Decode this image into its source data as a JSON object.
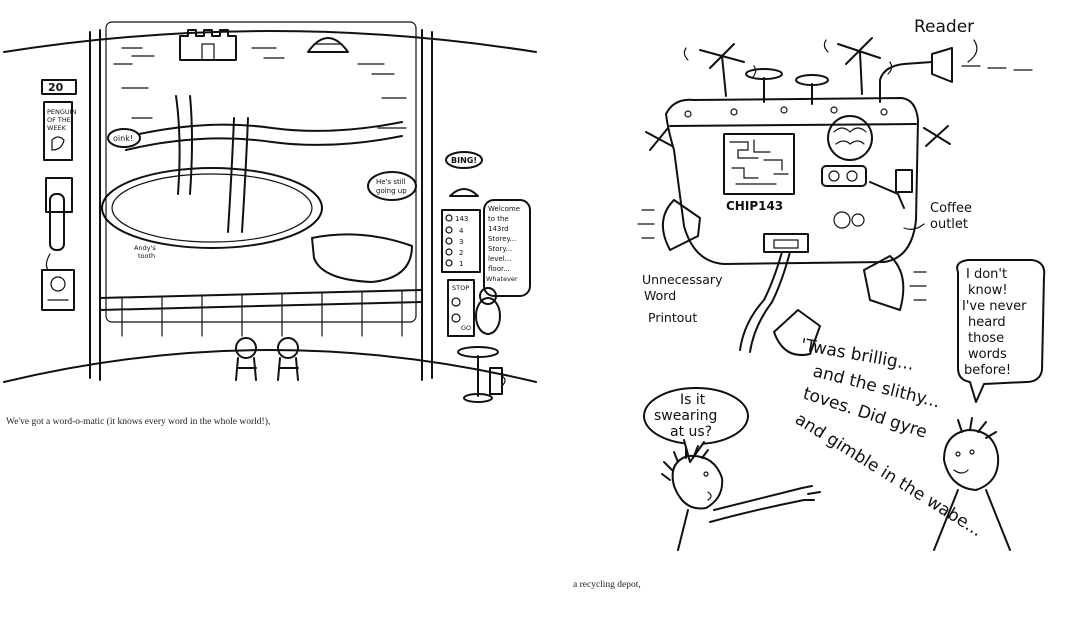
{
  "left_illustration": {
    "plaque_number": "20",
    "plaque_text": [
      "PENGUIN",
      "OF THE",
      "WEEK"
    ],
    "oink": "oink!",
    "bing": "BING!",
    "still_going": [
      "He's still",
      "going up"
    ],
    "andy_tooth": [
      "Andy's",
      "tooth"
    ],
    "floor_display": [
      "143",
      "4",
      "3",
      "2",
      "1"
    ],
    "welcome_bubble": [
      "Welcome",
      "to the",
      "143rd",
      "Storey...",
      "Story...",
      "level...",
      "floor...",
      "Whatever"
    ],
    "stop_label": "STOP",
    "go_label": "GO"
  },
  "right_illustration": {
    "reader_label": "Reader",
    "chip_label": "CHIP143",
    "coffee_label": [
      "Coffee",
      "outlet"
    ],
    "printout_label": [
      "Unnecessary",
      "Word",
      "Printout"
    ],
    "poem_lines": [
      "'Twas brillig...",
      "and the slithy...",
      "toves. Did gyre",
      "and gimble in the wabe..."
    ],
    "swearing_bubble": [
      "Is it",
      "swearing",
      "at us?"
    ],
    "dont_know_bubble": [
      "I don't",
      "know!",
      "I've never",
      "heard",
      "those",
      "words",
      "before!"
    ]
  },
  "captions": {
    "left": "We've got a word-o-matic (it knows every word in the whole world!),",
    "right": "a recycling depot,"
  }
}
